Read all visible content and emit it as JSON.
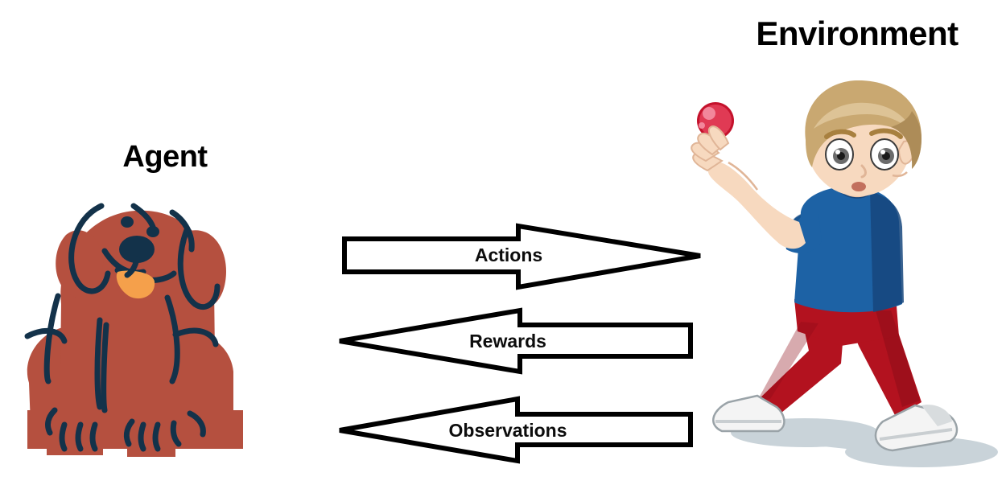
{
  "diagram": {
    "title_agent": "Agent",
    "title_environment": "Environment",
    "background_color": "#ffffff",
    "arrows": [
      {
        "id": "actions",
        "label": "Actions",
        "direction": "right",
        "from": "Agent",
        "to": "Environment",
        "stroke_color": "#000000",
        "fill_color": "#ffffff"
      },
      {
        "id": "rewards",
        "label": "Rewards",
        "direction": "left",
        "from": "Environment",
        "to": "Agent",
        "stroke_color": "#000000",
        "fill_color": "#ffffff"
      },
      {
        "id": "observations",
        "label": "Observations",
        "direction": "left",
        "from": "Environment",
        "to": "Agent",
        "stroke_color": "#000000",
        "fill_color": "#ffffff"
      }
    ],
    "agent_figure": {
      "kind": "dog-illustration",
      "body_color": "#b5503f",
      "outline_color": "#13324a",
      "tongue_color": "#f5a04b"
    },
    "environment_figure": {
      "kind": "boy-throwing-ball-illustration",
      "hair_color": "#c9a871",
      "skin_color": "#f7d9bf",
      "shirt_color": "#1d62a5",
      "shirt_shadow_color": "#16467c",
      "pants_color": "#b3121f",
      "pants_shadow_color": "#8d0c17",
      "shoe_color": "#f2f2f2",
      "ball_color": "#e03a54",
      "ball_highlight_color": "#f07c92",
      "ground_shadow_color": "#c9d3d9"
    }
  }
}
